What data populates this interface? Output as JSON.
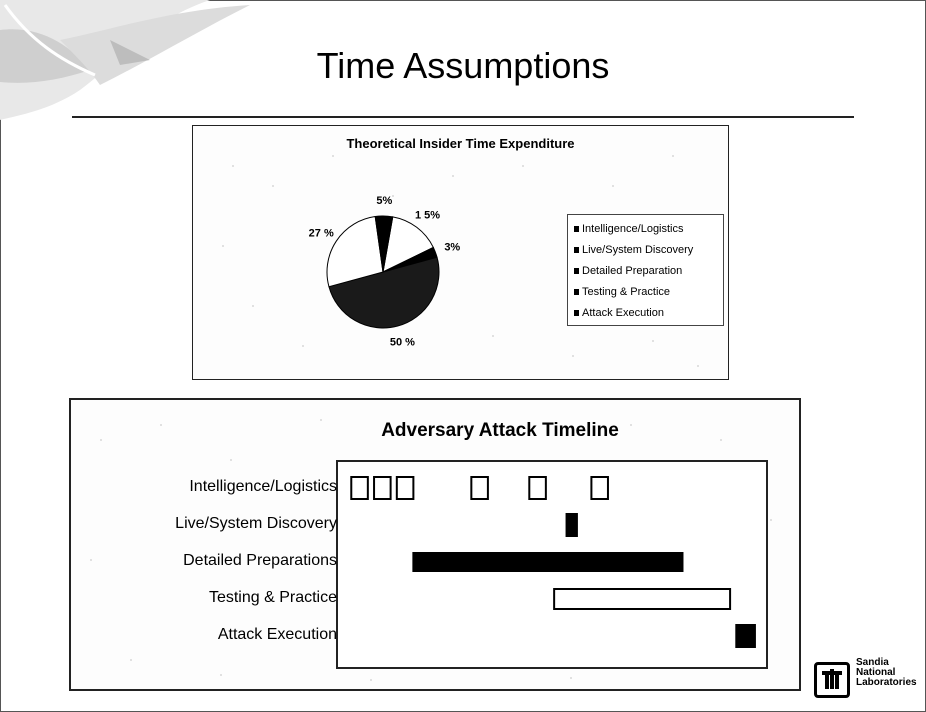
{
  "slide": {
    "title": "Time Assumptions"
  },
  "logo": {
    "line1": "Sandia",
    "line2": "National",
    "line3": "Laboratories"
  },
  "chart_data": [
    {
      "type": "pie",
      "title": "Theoretical Insider Time Expenditure",
      "categories": [
        "Intelligence/Logistics",
        "Live/System Discovery",
        "Detailed Preparation",
        "Testing & Practice",
        "Attack Execution"
      ],
      "values": [
        15,
        3,
        50,
        27,
        5
      ],
      "data_labels": [
        "1 5%",
        "3%",
        "50 %",
        "27 %",
        "5%"
      ],
      "colors": [
        "#ffffff",
        "#000000",
        "#1a1a1a",
        "#ffffff",
        "#000000"
      ],
      "legend": "right"
    },
    {
      "type": "gantt",
      "title": "Adversary Attack Timeline",
      "rows": [
        "Intelligence/Logistics",
        "Live/System Discovery",
        "Detailed Preparations",
        "Testing & Practice",
        "Attack Execution"
      ],
      "x_range": [
        0,
        100
      ],
      "tasks": [
        {
          "row": 0,
          "start": 2,
          "end": 6,
          "fill": "white"
        },
        {
          "row": 0,
          "start": 7.5,
          "end": 11.5,
          "fill": "white"
        },
        {
          "row": 0,
          "start": 13,
          "end": 17,
          "fill": "white"
        },
        {
          "row": 0,
          "start": 31,
          "end": 35,
          "fill": "white"
        },
        {
          "row": 0,
          "start": 45,
          "end": 49,
          "fill": "white"
        },
        {
          "row": 0,
          "start": 60,
          "end": 64,
          "fill": "white"
        },
        {
          "row": 1,
          "start": 54,
          "end": 56.5,
          "fill": "black"
        },
        {
          "row": 2,
          "start": 17,
          "end": 82,
          "fill": "black"
        },
        {
          "row": 3,
          "start": 51,
          "end": 93.5,
          "fill": "white"
        },
        {
          "row": 4,
          "start": 95,
          "end": 99.5,
          "fill": "black"
        }
      ]
    }
  ]
}
